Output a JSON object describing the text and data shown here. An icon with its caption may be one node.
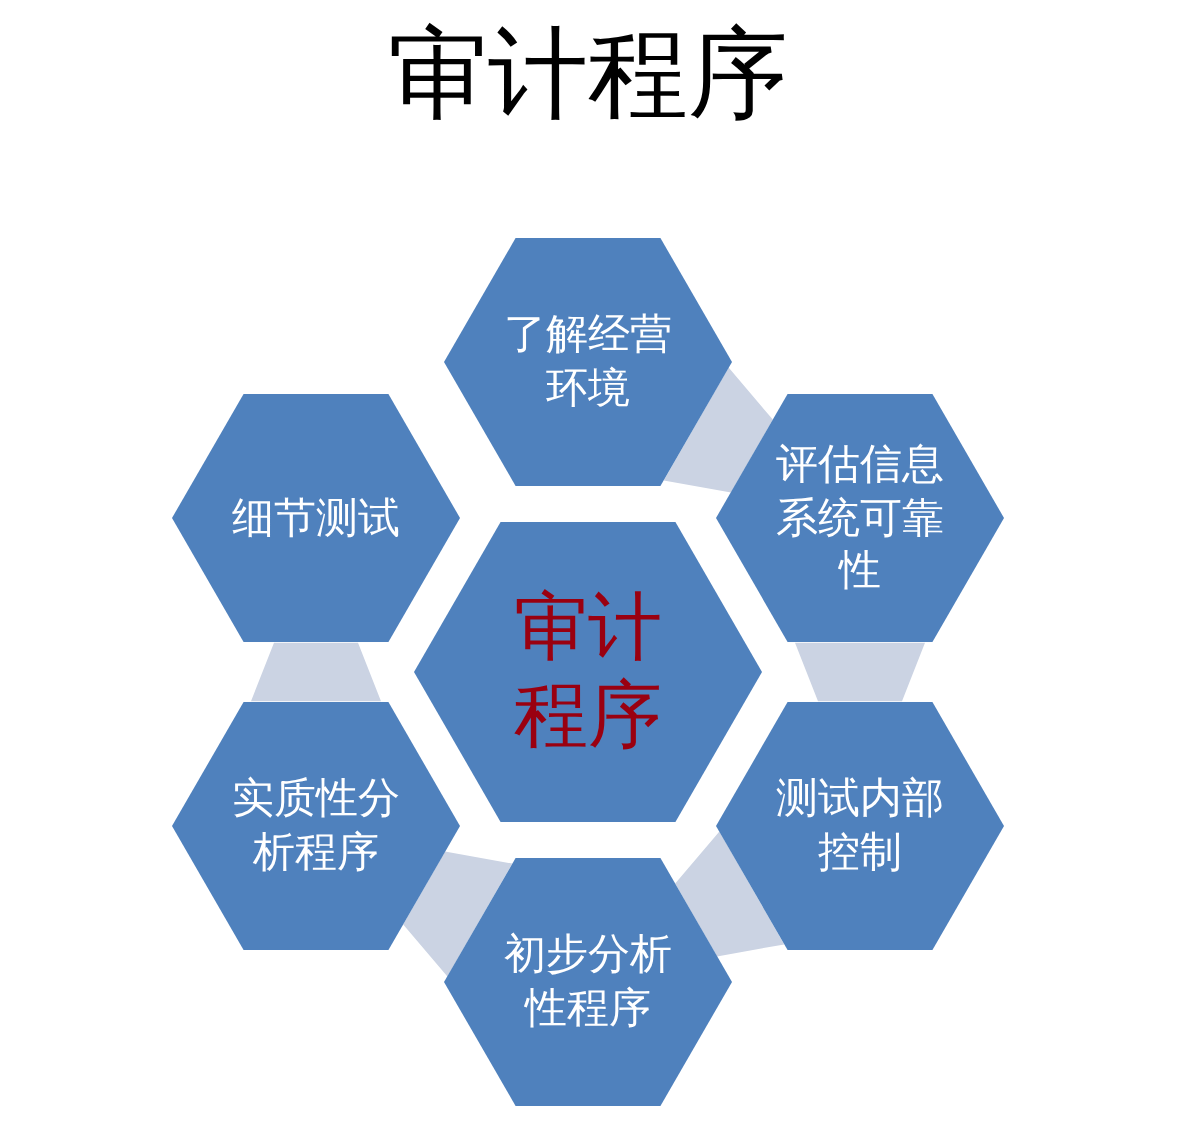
{
  "diagram": {
    "title": "审计程序",
    "nodes": [
      {
        "text": [
          "了解经营环境"
        ]
      },
      {
        "text": [
          "细节测试"
        ]
      },
      {
        "text": [
          "评估信息系统可靠性"
        ]
      },
      {
        "text": [
          "审计程序"
        ]
      },
      {
        "text": [
          "实质性分析程序"
        ]
      },
      {
        "text": [
          "测试内部控制"
        ]
      },
      {
        "text": [
          "初步分析性程序"
        ]
      }
    ],
    "edges": [
      {
        "from": 0,
        "to": 2,
        "arrow": "none",
        "style": "thick"
      },
      {
        "from": 2,
        "to": 5,
        "arrow": "none",
        "style": "thick"
      },
      {
        "from": 5,
        "to": 6,
        "arrow": "none",
        "style": "thick"
      },
      {
        "from": 6,
        "to": 4,
        "arrow": "none",
        "style": "thick"
      },
      {
        "from": 4,
        "to": 1,
        "arrow": "none",
        "style": "thick"
      }
    ]
  }
}
